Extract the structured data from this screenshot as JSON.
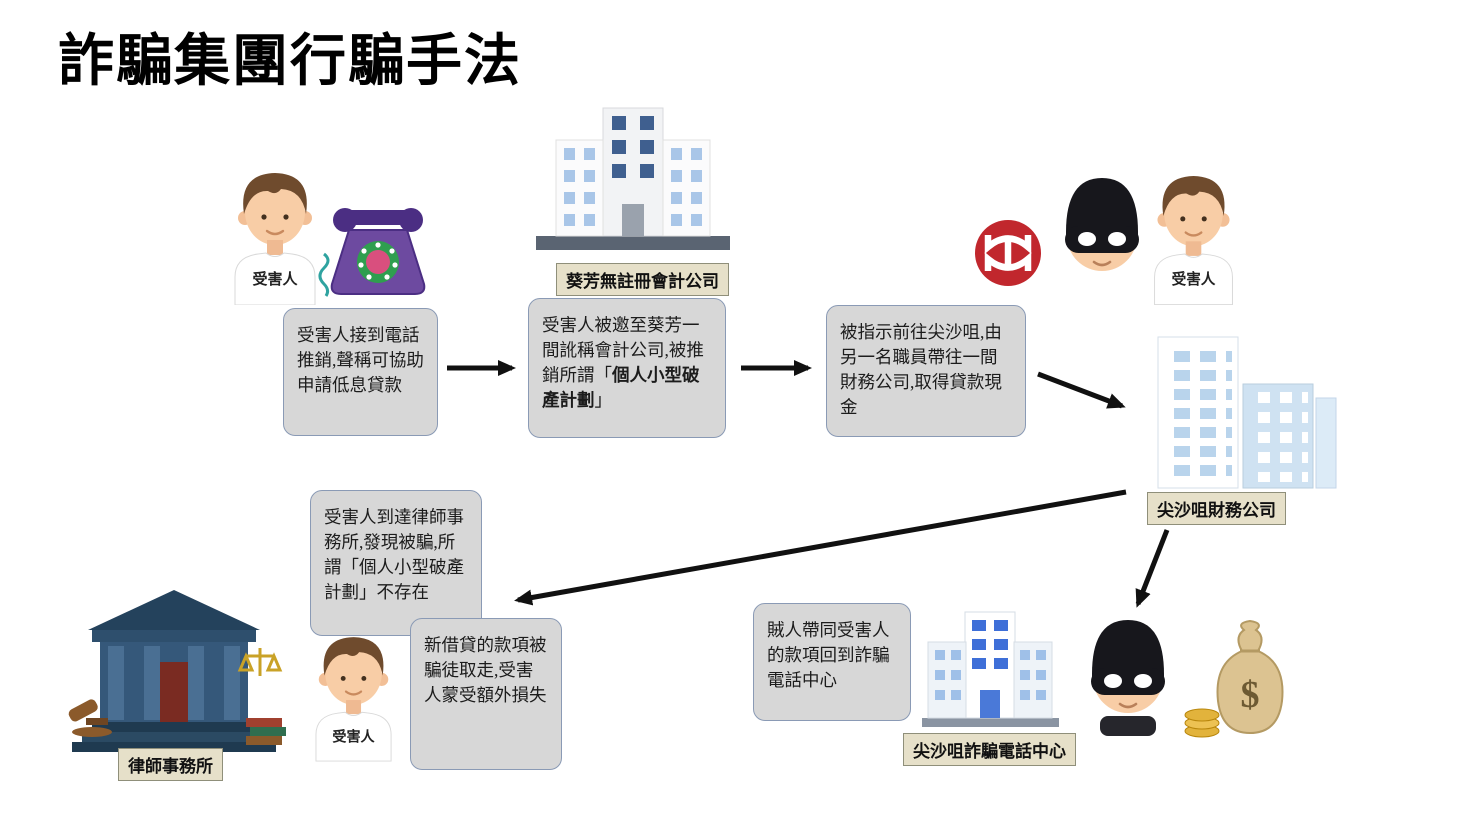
{
  "title": "詐騙集團行騙手法",
  "people": {
    "victim_label": "受害人"
  },
  "boxes": {
    "step1": "受害人接到電話推銷,聲稱可協助申請低息貸款",
    "step2_pre": "受害人被邀至葵芳一間訛稱會計公司,被推銷所謂「",
    "step2_bold": "個人小型破產計劃",
    "step2_post": "」",
    "step3": "被指示前往尖沙咀,由另一名職員帶往一間財務公司,取得貸款現金",
    "step4": "受害人到達律師事務所,發現被騙,所謂「個人小型破產計劃」不存在",
    "step5": "新借貸的款項被騙徒取走,受害人蒙受額外損失",
    "step6": "賊人帶同受害人的款項回到詐騙電話中心"
  },
  "labels": {
    "accounting_company": "葵芳無註冊會計公司",
    "finance_company": "尖沙咀財務公司",
    "law_firm": "律師事務所",
    "phone_center": "尖沙咀詐騙電話中心"
  },
  "icons": {
    "money_sign": "$"
  },
  "colors": {
    "box_fill": "#d7d7d7",
    "box_border": "#8a9ab5",
    "label_fill": "#e6e0c9",
    "mtr_red": "#c1272d",
    "arrow": "#111111"
  }
}
